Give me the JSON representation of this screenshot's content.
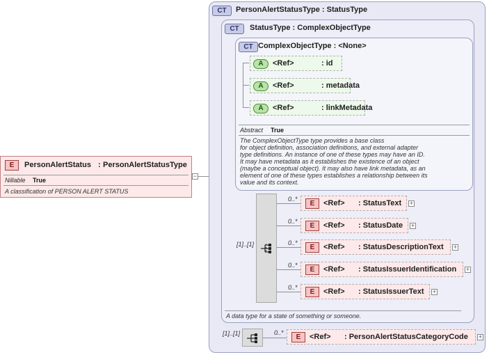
{
  "root": {
    "badge": "E",
    "name": "PersonAlertStatus",
    "type": "PersonAlertStatusType",
    "nillable_label": "Nillable",
    "nillable_value": "True",
    "description": "A classification of PERSON ALERT STATUS"
  },
  "outer_type": {
    "badge": "CT",
    "label": "PersonAlertStatusType : StatusType"
  },
  "mid_type": {
    "badge": "CT",
    "label": "StatusType : ComplexObjectType"
  },
  "inner_type": {
    "badge": "CT",
    "label": "ComplexObjectType : <None>",
    "attributes": [
      {
        "badge": "A",
        "ref": "<Ref>",
        "name": ": id"
      },
      {
        "badge": "A",
        "ref": "<Ref>",
        "name": ": metadata"
      },
      {
        "badge": "A",
        "ref": "<Ref>",
        "name": ": linkMetadata"
      }
    ],
    "abstract_label": "Abstract",
    "abstract_value": "True",
    "description_lines": [
      "The ComplexObjectType type provides a base class",
      "for object definition, association definitions, and external adapter",
      "type definitions. An instance of one of these types may have an ID.",
      "It may have metadata as it establishes the existence of an object",
      "(maybe a conceptual object). It may also have link metadata, as an",
      "element of one of these types establishes a relationship between its",
      "value and its context."
    ]
  },
  "status_sequence": {
    "occurrence": "[1]..[1]",
    "elements": [
      {
        "badge": "E",
        "occ": "0..*",
        "ref": "<Ref>",
        "name": ": StatusText"
      },
      {
        "badge": "E",
        "occ": "0..*",
        "ref": "<Ref>",
        "name": ": StatusDate"
      },
      {
        "badge": "E",
        "occ": "0..*",
        "ref": "<Ref>",
        "name": ": StatusDescriptionText"
      },
      {
        "badge": "E",
        "occ": "0..*",
        "ref": "<Ref>",
        "name": ": StatusIssuerIdentification"
      },
      {
        "badge": "E",
        "occ": "0..*",
        "ref": "<Ref>",
        "name": ": StatusIssuerText"
      }
    ],
    "description": "A data type for a state of something or someone."
  },
  "outer_sequence": {
    "occurrence": "[1]..[1]",
    "element": {
      "badge": "E",
      "occ": "0..*",
      "ref": "<Ref>",
      "name": ": PersonAlertStatusCategoryCode"
    }
  },
  "icons": {
    "sequence": "sequence-icon",
    "expand": "plus-icon"
  },
  "colors": {
    "element_fill": "#fde9e9",
    "attribute_fill": "#edf9ea",
    "complex_type_fill": "#e8e9f5"
  }
}
